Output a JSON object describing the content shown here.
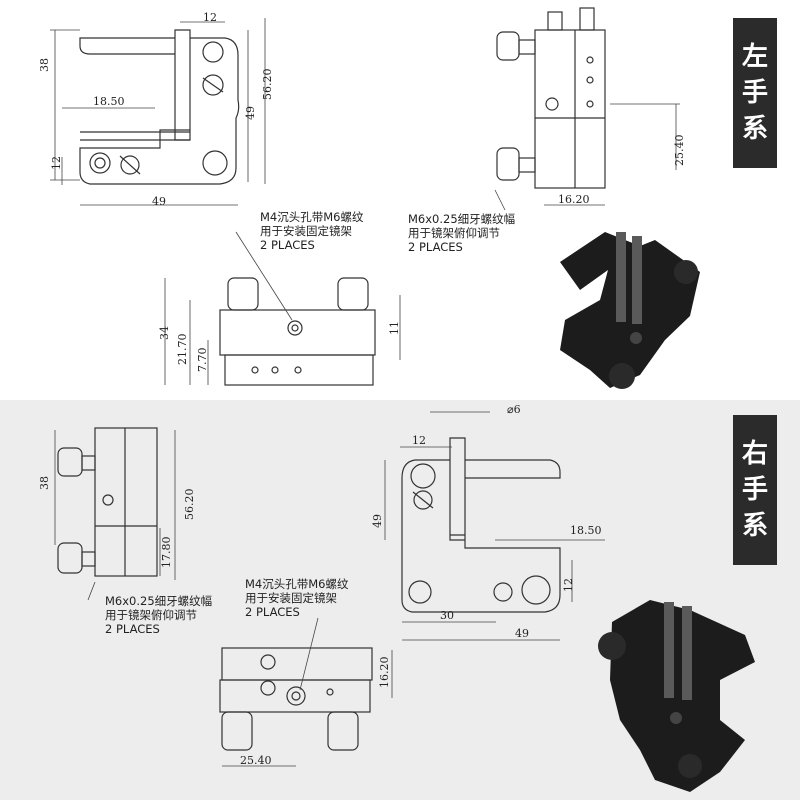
{
  "labels": {
    "left_hand": [
      "左",
      "手",
      "系"
    ],
    "right_hand": [
      "右",
      "手",
      "系"
    ]
  },
  "notes": {
    "top_m4": [
      "M4沉头孔带M6螺纹",
      "用于安装固定镜架",
      "2 PLACES"
    ],
    "top_m6": [
      "M6x0.25细牙螺纹幅",
      "用于镜架俯仰调节",
      "2 PLACES"
    ],
    "bottom_m6": [
      "M6x0.25细牙螺纹幅",
      "用于镜架俯仰调节",
      "2 PLACES"
    ],
    "bottom_m4": [
      "M4沉头孔带M6螺纹",
      "用于安装固定镜架",
      "2 PLACES"
    ]
  },
  "dims": {
    "top_front": {
      "w12": "12",
      "h38": "38",
      "w1850": "18.50",
      "h12": "12",
      "h49": "49",
      "h5620": "56.20",
      "w49": "49"
    },
    "top_side": {
      "h2540": "25.40",
      "w1620": "16.20"
    },
    "top_bottom": {
      "h34": "34",
      "h2170": "21.70",
      "h770": "7.70",
      "h11": "11"
    },
    "bot_side": {
      "h38": "38",
      "h5620": "56.20",
      "h1780": "17.80"
    },
    "bot_front": {
      "phi6": "⌀6",
      "w12": "12",
      "h49": "49",
      "w1850": "18.50",
      "h12": "12",
      "w30": "30",
      "w49": "49"
    },
    "bot_bottom": {
      "h1620": "16.20",
      "w2540": "25.40"
    }
  },
  "colors": {
    "line": "#333333",
    "dim": "#444444",
    "tag_bg": "#2b2b2b",
    "metal": "#1c1c1c",
    "bottom_bg": "#ededed"
  }
}
